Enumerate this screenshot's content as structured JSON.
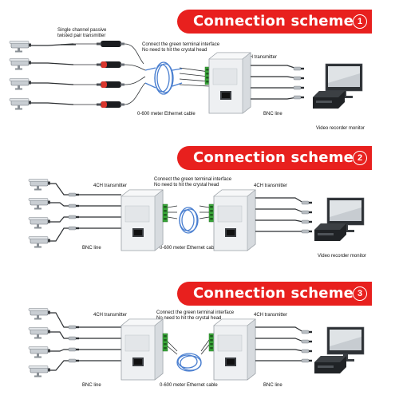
{
  "schemes": [
    {
      "title": "Connection scheme",
      "number": "1",
      "labels": {
        "passive": [
          "Single channel passive",
          "twisted pair transmitter"
        ],
        "terminal": [
          "Connect the green terminal interface",
          "No need to hit the crystal head"
        ],
        "transmitter": "4CH transmitter",
        "cable": "0-600 meter Ethernet cable",
        "bnc": "BNC line",
        "recorder": "Video recorder monitor"
      }
    },
    {
      "title": "Connection scheme",
      "number": "2",
      "labels": {
        "transmitter_left": "4CH transmitter",
        "terminal": [
          "Connect the green terminal interface",
          "No need to hit the crystal head"
        ],
        "transmitter_right": "4CH transmitter",
        "bnc": "BNC line",
        "cable": "0-600 meter Ethernet cable",
        "recorder": "Video recorder monitor"
      }
    },
    {
      "title": "Connection scheme",
      "number": "3",
      "labels": {
        "transmitter_left": "4CH transmitter",
        "terminal": [
          "Connect the green terminal interface",
          "No need to hit the crystal head"
        ],
        "transmitter_right": "4CH transmitter",
        "cable": "0-600 meter Ethernet cable",
        "bnc_left": "BNC line",
        "bnc_right": "BNC line"
      }
    }
  ],
  "colors": {
    "banner": "#e8201e",
    "cable": "#4a7fd0",
    "terminal": "#3aa83a"
  }
}
